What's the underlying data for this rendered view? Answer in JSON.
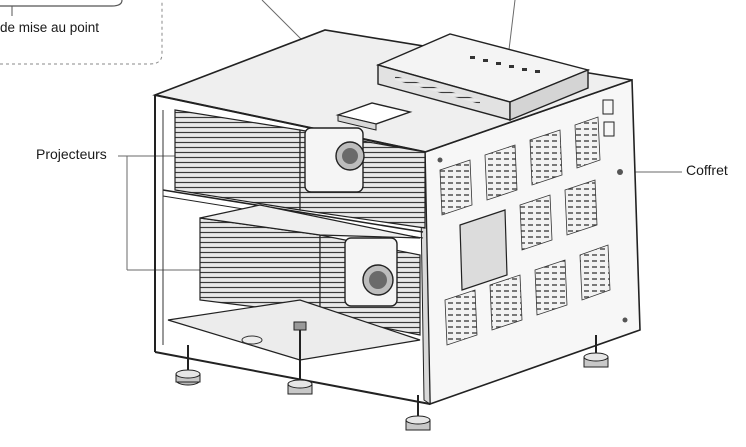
{
  "labels": {
    "focus_partial": "de mise au point",
    "projectors": "Projecteurs",
    "enclosure": "Coffret"
  }
}
